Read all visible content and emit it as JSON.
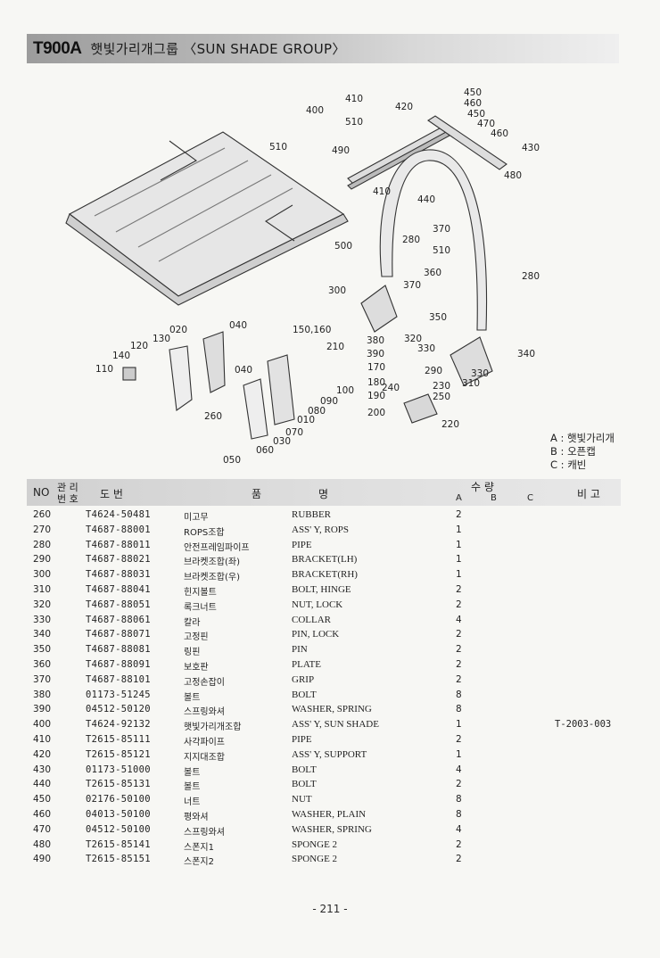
{
  "header": {
    "model": "T900A",
    "title": "햇빛가리개그룹 〈SUN SHADE GROUP〉"
  },
  "diagram": {
    "callouts": [
      "400",
      "410",
      "510",
      "420",
      "450",
      "460",
      "450",
      "470",
      "460",
      "430",
      "480",
      "510",
      "490",
      "410",
      "440",
      "370",
      "280",
      "510",
      "500",
      "360",
      "370",
      "280",
      "300",
      "350",
      "020",
      "040",
      "150,160",
      "380",
      "320",
      "340",
      "130",
      "120",
      "210",
      "390",
      "330",
      "140",
      "110",
      "040",
      "170",
      "290",
      "330",
      "180",
      "240",
      "230",
      "310",
      "100",
      "190",
      "250",
      "090",
      "080",
      "200",
      "260",
      "010",
      "220",
      "070",
      "030",
      "060",
      "050"
    ]
  },
  "legend": {
    "a": "A : 햇빛가리개",
    "b": "B : 오픈캡",
    "c": "C : 캐빈"
  },
  "table": {
    "headers": {
      "no": "NO",
      "mgmt_top": "관 리",
      "mgmt_bottom": "번 호",
      "code": "도    번",
      "name_left": "품",
      "name_right": "명",
      "qty": "수    량",
      "qty_a": "A",
      "qty_b": "B",
      "qty_c": "C",
      "remarks": "비 고"
    },
    "rows": [
      {
        "no": "260",
        "code": "T4624-50481",
        "kr": "미고무",
        "en": "RUBBER",
        "qty": "2",
        "rem": ""
      },
      {
        "no": "270",
        "code": "T4687-88001",
        "kr": "ROPS조합",
        "en": "ASS' Y, ROPS",
        "qty": "1",
        "rem": ""
      },
      {
        "no": "280",
        "code": "T4687-88011",
        "kr": "안전프레임파이프",
        "en": "PIPE",
        "qty": "1",
        "rem": ""
      },
      {
        "no": "290",
        "code": "T4687-88021",
        "kr": "브라켓조합(좌)",
        "en": "BRACKET(LH)",
        "qty": "1",
        "rem": ""
      },
      {
        "no": "300",
        "code": "T4687-88031",
        "kr": "브라켓조합(우)",
        "en": "BRACKET(RH)",
        "qty": "1",
        "rem": ""
      },
      {
        "no": "310",
        "code": "T4687-88041",
        "kr": "힌지볼트",
        "en": "BOLT, HINGE",
        "qty": "2",
        "rem": ""
      },
      {
        "no": "320",
        "code": "T4687-88051",
        "kr": "록크너트",
        "en": "NUT, LOCK",
        "qty": "2",
        "rem": ""
      },
      {
        "no": "330",
        "code": "T4687-88061",
        "kr": "칼라",
        "en": "COLLAR",
        "qty": "4",
        "rem": ""
      },
      {
        "no": "340",
        "code": "T4687-88071",
        "kr": "고정핀",
        "en": "PIN, LOCK",
        "qty": "2",
        "rem": ""
      },
      {
        "no": "350",
        "code": "T4687-88081",
        "kr": "링핀",
        "en": "PIN",
        "qty": "2",
        "rem": ""
      },
      {
        "no": "360",
        "code": "T4687-88091",
        "kr": "보호판",
        "en": "PLATE",
        "qty": "2",
        "rem": ""
      },
      {
        "no": "370",
        "code": "T4687-88101",
        "kr": "고정손잡이",
        "en": "GRIP",
        "qty": "2",
        "rem": ""
      },
      {
        "no": "380",
        "code": "01173-51245",
        "kr": "볼트",
        "en": "BOLT",
        "qty": "8",
        "rem": ""
      },
      {
        "no": "390",
        "code": "04512-50120",
        "kr": "스프링와셔",
        "en": "WASHER, SPRING",
        "qty": "8",
        "rem": ""
      },
      {
        "no": "400",
        "code": "T4624-92132",
        "kr": "햇빛가리개조합",
        "en": "ASS' Y, SUN SHADE",
        "qty": "1",
        "rem": "T-2003-003"
      },
      {
        "no": "410",
        "code": "T2615-85111",
        "kr": "사각파이프",
        "en": "PIPE",
        "qty": "2",
        "rem": ""
      },
      {
        "no": "420",
        "code": "T2615-85121",
        "kr": "지지대조합",
        "en": "ASS' Y, SUPPORT",
        "qty": "1",
        "rem": ""
      },
      {
        "no": "430",
        "code": "01173-51000",
        "kr": "볼트",
        "en": "BOLT",
        "qty": "4",
        "rem": ""
      },
      {
        "no": "440",
        "code": "T2615-85131",
        "kr": "볼트",
        "en": "BOLT",
        "qty": "2",
        "rem": ""
      },
      {
        "no": "450",
        "code": "02176-50100",
        "kr": "너트",
        "en": "NUT",
        "qty": "8",
        "rem": ""
      },
      {
        "no": "460",
        "code": "04013-50100",
        "kr": "평와셔",
        "en": "WASHER, PLAIN",
        "qty": "8",
        "rem": ""
      },
      {
        "no": "470",
        "code": "04512-50100",
        "kr": "스프링와셔",
        "en": "WASHER, SPRING",
        "qty": "4",
        "rem": ""
      },
      {
        "no": "480",
        "code": "T2615-85141",
        "kr": "스폰지1",
        "en": "SPONGE 2",
        "qty": "2",
        "rem": ""
      },
      {
        "no": "490",
        "code": "T2615-85151",
        "kr": "스폰지2",
        "en": "SPONGE 2",
        "qty": "2",
        "rem": ""
      }
    ]
  },
  "footer": {
    "page": "- 211 -"
  }
}
